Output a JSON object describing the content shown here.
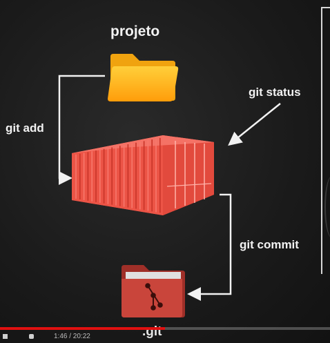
{
  "diagram": {
    "folder_label": "projeto",
    "edge_add_label": "git add",
    "edge_status_label": "git status",
    "edge_commit_label": "git commit",
    "repo_label": ".git"
  },
  "player": {
    "progress": 0.5,
    "time_text": "1:46 / 20:22"
  },
  "colors": {
    "folder": "#ffb71b",
    "container": "#e8463a",
    "repo_folder": "#c9453b",
    "progress": "#e01010"
  },
  "icons": [
    "folder-icon",
    "container-icon",
    "git-branch-icon",
    "repo-folder-icon",
    "play-icon",
    "volume-icon"
  ]
}
